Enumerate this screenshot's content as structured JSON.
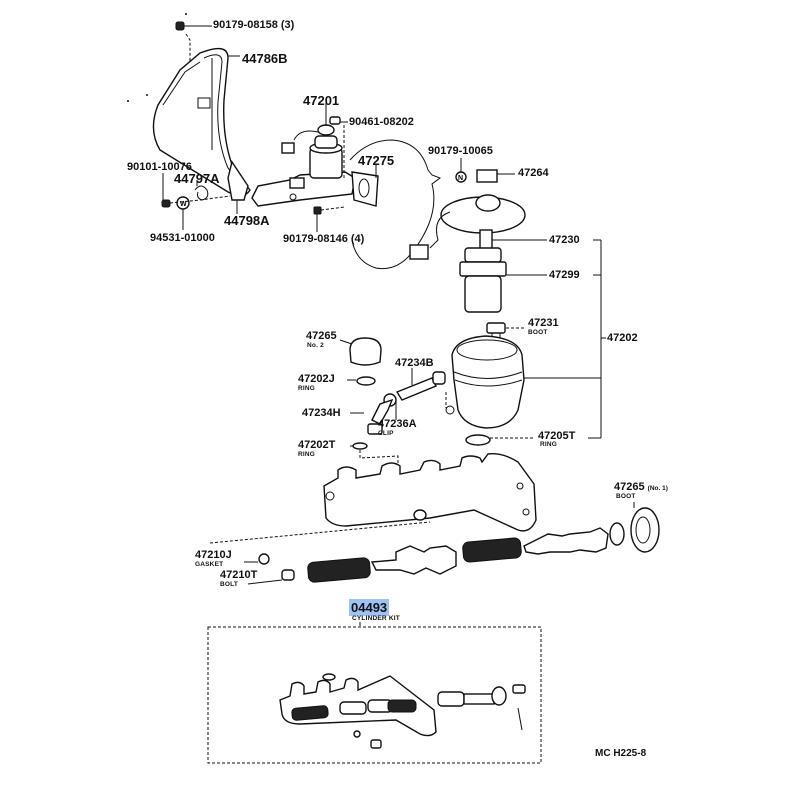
{
  "diagram": {
    "title": "Brake Master Cylinder Parts Diagram",
    "reference_code": "MC H225-8",
    "highlight_color": "#9ec3f2",
    "parts": [
      {
        "id": "p1",
        "number": "90179-08158 (3)",
        "desc": ""
      },
      {
        "id": "p2",
        "number": "44786B",
        "desc": ""
      },
      {
        "id": "p3",
        "number": "47201",
        "desc": ""
      },
      {
        "id": "p4",
        "number": "90461-08202",
        "desc": ""
      },
      {
        "id": "p5",
        "number": "90101-10076",
        "desc": ""
      },
      {
        "id": "p6",
        "number": "44797A",
        "desc": ""
      },
      {
        "id": "p7",
        "number": "47275",
        "desc": ""
      },
      {
        "id": "p8",
        "number": "90179-10065",
        "desc": ""
      },
      {
        "id": "p9",
        "number": "47264",
        "desc": ""
      },
      {
        "id": "p10",
        "number": "44798A",
        "desc": ""
      },
      {
        "id": "p11",
        "number": "94531-01000",
        "desc": ""
      },
      {
        "id": "p12",
        "number": "90179-08146 (4)",
        "desc": ""
      },
      {
        "id": "p13",
        "number": "47230",
        "desc": ""
      },
      {
        "id": "p14",
        "number": "47299",
        "desc": ""
      },
      {
        "id": "p15",
        "number": "47231",
        "desc": "BOOT"
      },
      {
        "id": "p16",
        "number": "47202",
        "desc": ""
      },
      {
        "id": "p17",
        "number": "47265",
        "desc": "No. 2"
      },
      {
        "id": "p18",
        "number": "47234B",
        "desc": ""
      },
      {
        "id": "p19",
        "number": "47202J",
        "desc": "RING"
      },
      {
        "id": "p20",
        "number": "47234H",
        "desc": ""
      },
      {
        "id": "p21",
        "number": "47236A",
        "desc": "CLIP"
      },
      {
        "id": "p22",
        "number": "47205T",
        "desc": "RING"
      },
      {
        "id": "p23",
        "number": "47202T",
        "desc": "RING"
      },
      {
        "id": "p24",
        "number": "47265",
        "qualifier": "(No. 1)",
        "desc": "BOOT"
      },
      {
        "id": "p25",
        "number": "47210J",
        "desc": "GASKET"
      },
      {
        "id": "p26",
        "number": "47210T",
        "desc": "BOLT"
      },
      {
        "id": "p27",
        "number": "04493",
        "desc": "CYLINDER KIT",
        "highlighted": true
      }
    ]
  }
}
